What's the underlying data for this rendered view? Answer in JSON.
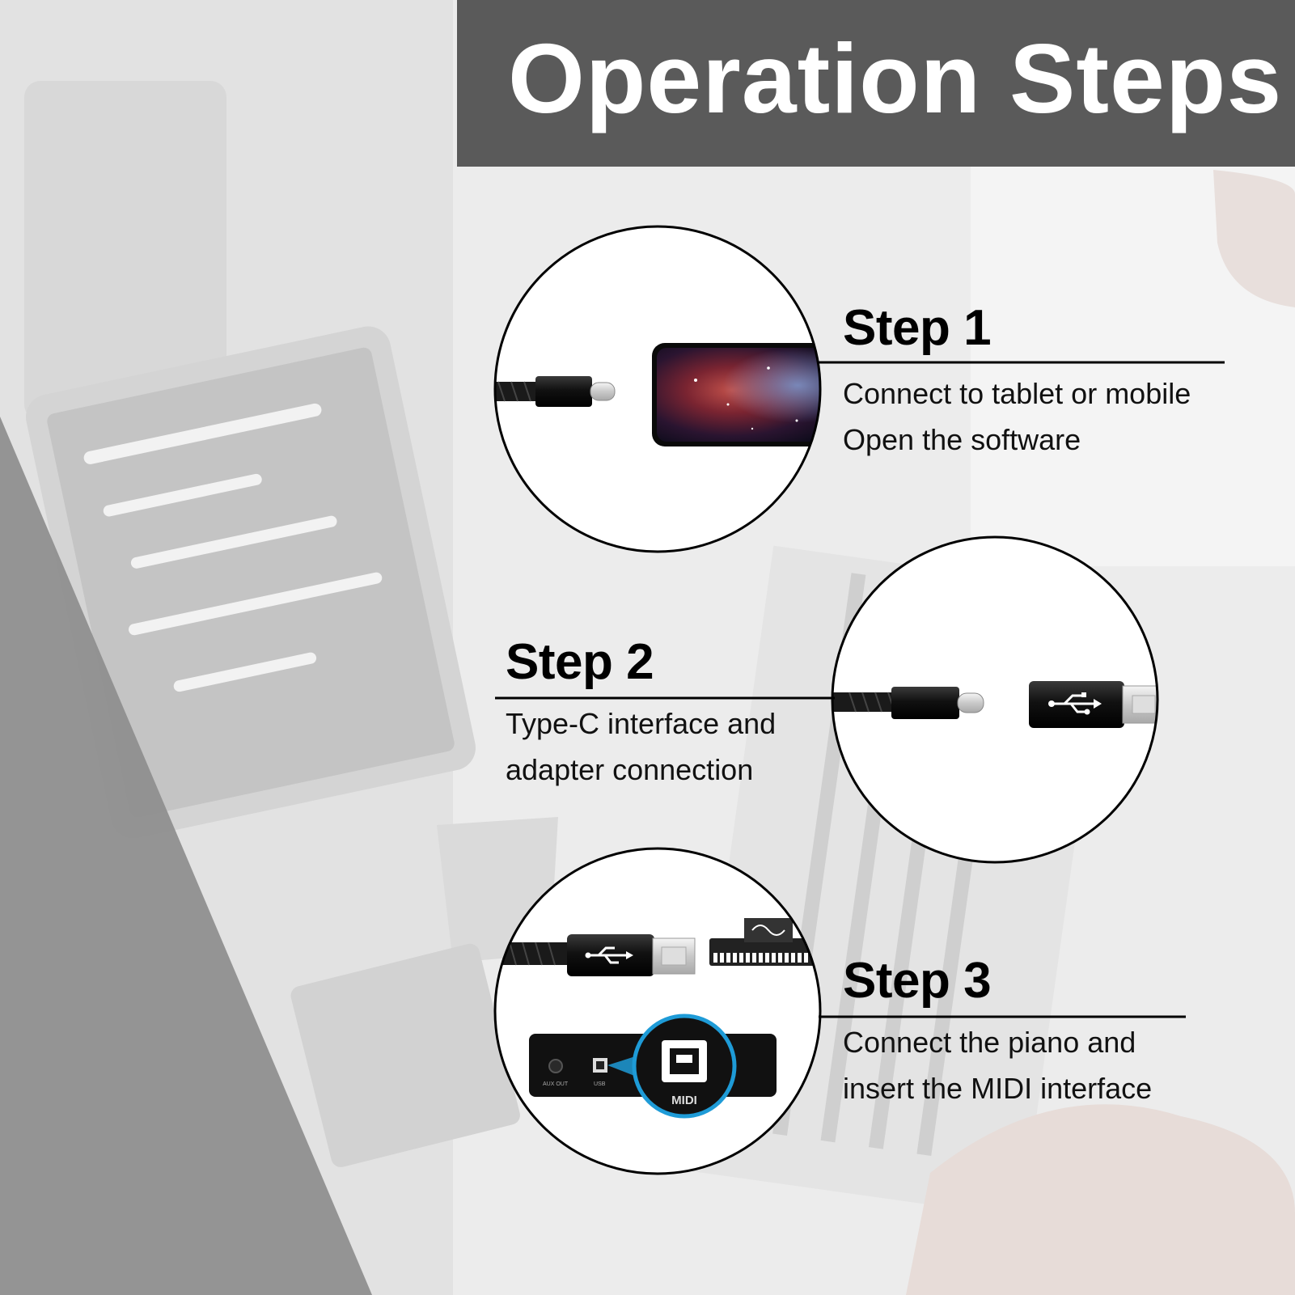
{
  "banner": {
    "title": "Operation Steps",
    "background": "#5a5a5a",
    "text_color": "#ffffff"
  },
  "steps": [
    {
      "title": "Step 1",
      "lines": [
        "Connect to tablet or mobile",
        "Open the software"
      ],
      "illustration": "usb-c-cable-to-phone"
    },
    {
      "title": "Step 2",
      "lines": [
        "Type-C interface and",
        "adapter connection"
      ],
      "illustration": "usb-c-cable-to-usb-b-adapter"
    },
    {
      "title": "Step 3",
      "lines": [
        "Connect the piano and",
        "insert the MIDI interface"
      ],
      "illustration": "adapter-to-piano-midi-port"
    }
  ],
  "illustration_labels": {
    "midi_port": "MIDI",
    "aux_port": "AUX OUT",
    "usb_port": "USB"
  },
  "colors": {
    "background": "#eeeeee",
    "diagonal_band": "#8f8f8f",
    "circle_border": "#000000",
    "accent_blue": "#1e9bd7"
  }
}
